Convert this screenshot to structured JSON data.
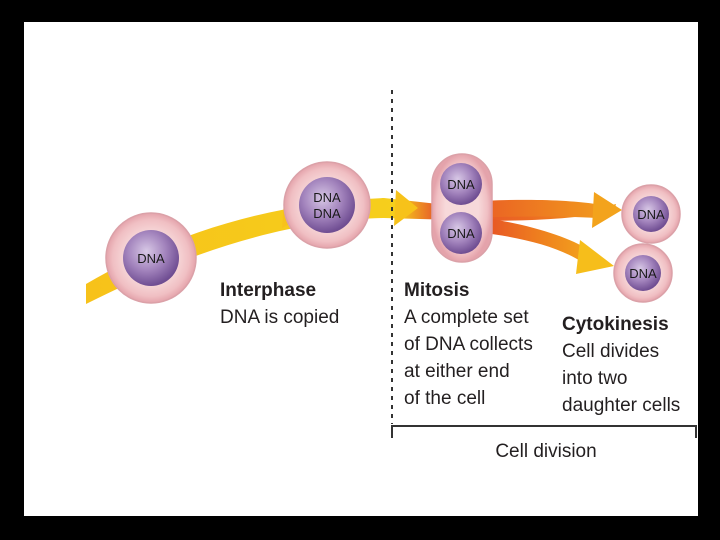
{
  "colors": {
    "background_outer": "#000000",
    "background_inner": "#ffffff",
    "arrow_yellow": "#f7c21a",
    "arrow_orange": "#f08a1c",
    "arrow_red": "#e0312b",
    "cell_membrane": "#f3c4c7",
    "nucleus": "#8d6aa8",
    "text": "#231f20"
  },
  "cells": {
    "interphase_start": {
      "nucleus_label": "DNA"
    },
    "interphase_copied": {
      "nucleus_label_top": "DNA",
      "nucleus_label_bottom": "DNA"
    },
    "mitosis": {
      "nucleus_top_label": "DNA",
      "nucleus_bottom_label": "DNA"
    },
    "daughter_top": {
      "nucleus_label": "DNA"
    },
    "daughter_bottom": {
      "nucleus_label": "DNA"
    }
  },
  "stages": {
    "interphase": {
      "title": "Interphase",
      "lines": [
        "DNA is copied"
      ]
    },
    "mitosis": {
      "title": "Mitosis",
      "lines": [
        "A complete set",
        "of DNA collects",
        "at either end",
        "of the cell"
      ]
    },
    "cytokinesis": {
      "title": "Cytokinesis",
      "lines": [
        "Cell divides",
        "into two",
        "daughter cells"
      ]
    }
  },
  "bracket": {
    "label": "Cell division"
  }
}
